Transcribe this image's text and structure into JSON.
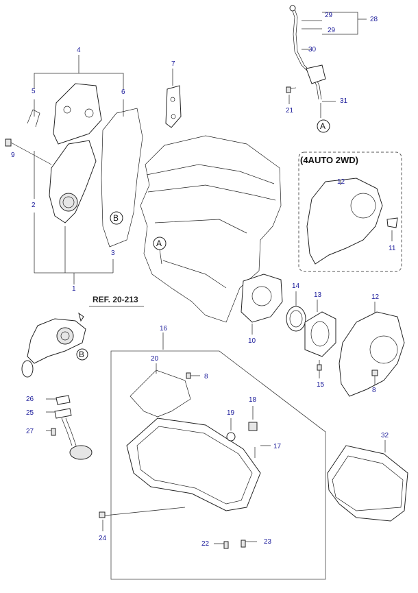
{
  "reference": "REF. 20-213",
  "variant_box_title": "(4AUTO 2WD)",
  "callout_letters": [
    "A",
    "B"
  ],
  "part_numbers": [
    "1",
    "2",
    "3",
    "4",
    "5",
    "6",
    "7",
    "8",
    "9",
    "10",
    "11",
    "12",
    "13",
    "14",
    "15",
    "16",
    "17",
    "18",
    "19",
    "20",
    "21",
    "22",
    "23",
    "24",
    "25",
    "26",
    "27",
    "28",
    "29",
    "30",
    "31",
    "32"
  ],
  "labels": {
    "n1": "1",
    "n2": "2",
    "n3": "3",
    "n4": "4",
    "n5": "5",
    "n6": "6",
    "n7": "7",
    "n8a": "8",
    "n8b": "8",
    "n9": "9",
    "n10": "10",
    "n11": "11",
    "n12a": "12",
    "n12b": "12",
    "n13": "13",
    "n14": "14",
    "n15": "15",
    "n16": "16",
    "n17": "17",
    "n18": "18",
    "n19": "19",
    "n20": "20",
    "n21": "21",
    "n22": "22",
    "n23": "23",
    "n24": "24",
    "n25": "25",
    "n26": "26",
    "n27": "27",
    "n28": "28",
    "n29a": "29",
    "n29b": "29",
    "n30": "30",
    "n31": "31",
    "n32": "32"
  },
  "colors": {
    "label": "#1a1a9a",
    "line": "#333333"
  }
}
